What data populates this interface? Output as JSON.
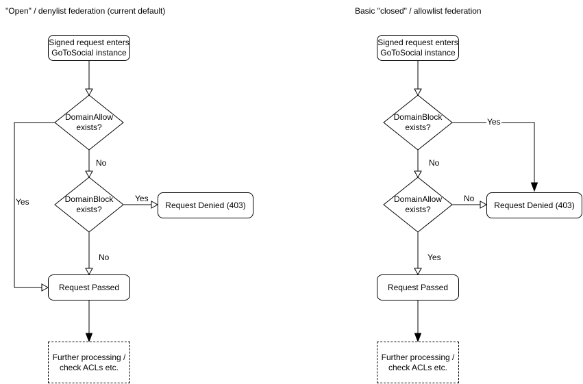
{
  "colors": {
    "stroke": "#000000",
    "background": "#ffffff",
    "text": "#000000"
  },
  "charts": [
    {
      "title": "\"Open\" / denylist federation (current default)",
      "nodes": {
        "start": "Signed request enters\nGoToSocial instance",
        "decision1": "DomainAllow\nexists?",
        "decision2": "DomainBlock\nexists?",
        "denied": "Request Denied (403)",
        "passed": "Request Passed",
        "further": "Further processing /\ncheck ACLs etc."
      },
      "edge_labels": {
        "decision1_yes": "Yes",
        "decision1_no": "No",
        "decision2_yes": "Yes",
        "decision2_no": "No"
      }
    },
    {
      "title": "Basic \"closed\" / allowlist federation",
      "nodes": {
        "start": "Signed request enters\nGoToSocial instance",
        "decision1": "DomainBlock\nexists?",
        "decision2": "DomainAllow\nexists?",
        "denied": "Request Denied (403)",
        "passed": "Request Passed",
        "further": "Further processing /\ncheck ACLs etc."
      },
      "edge_labels": {
        "decision1_yes": "Yes",
        "decision1_no": "No",
        "decision2_no": "No",
        "decision2_yes": "Yes"
      }
    }
  ]
}
